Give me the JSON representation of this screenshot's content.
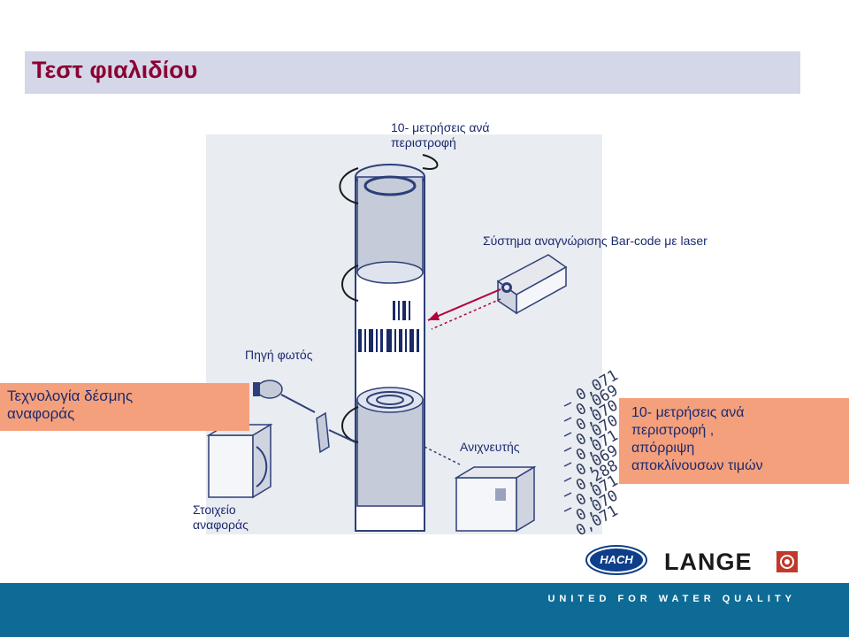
{
  "title": "Τεστ φιαλιδίου",
  "labels": {
    "rotation": [
      "10- μετρήσεις ανά",
      "περιστροφή"
    ],
    "barcode": "Σύστημα αναγνώρισης Bar-code με laser",
    "light_source": "Πηγή φωτός",
    "detector": "Ανιχνευτής",
    "reference_element": [
      "Στοιχείο",
      "αναφοράς"
    ]
  },
  "box_left": [
    "Τεχνολογία δέσμης",
    "αναφοράς"
  ],
  "box_right": [
    "10- μετρήσεις ανά",
    "περιστροφή ,",
    "απόρριψη",
    "αποκλίνουσων τιμών"
  ],
  "readings": [
    "0,071",
    "0,069",
    "0,070",
    "0,070",
    "0,071",
    "0,069",
    "0,288",
    "0,071",
    "0,070",
    "0,071"
  ],
  "logos": {
    "hach": "HACH",
    "lange": "LANGE"
  },
  "footer": "UNITED FOR WATER QUALITY",
  "colors": {
    "title": "#8b0033",
    "title_bar": "#d4d7e8",
    "label": "#1c2a6e",
    "callout": "#f4a07c",
    "footer": "#0e6b96"
  },
  "icons": [
    "rotation-arrow-icon",
    "barcode-icon",
    "laser-scanner-icon",
    "lamp-icon",
    "lens-icon",
    "reference-detector-icon",
    "detector-icon",
    "vial-icon",
    "hach-logo-icon",
    "lange-logo-icon"
  ]
}
